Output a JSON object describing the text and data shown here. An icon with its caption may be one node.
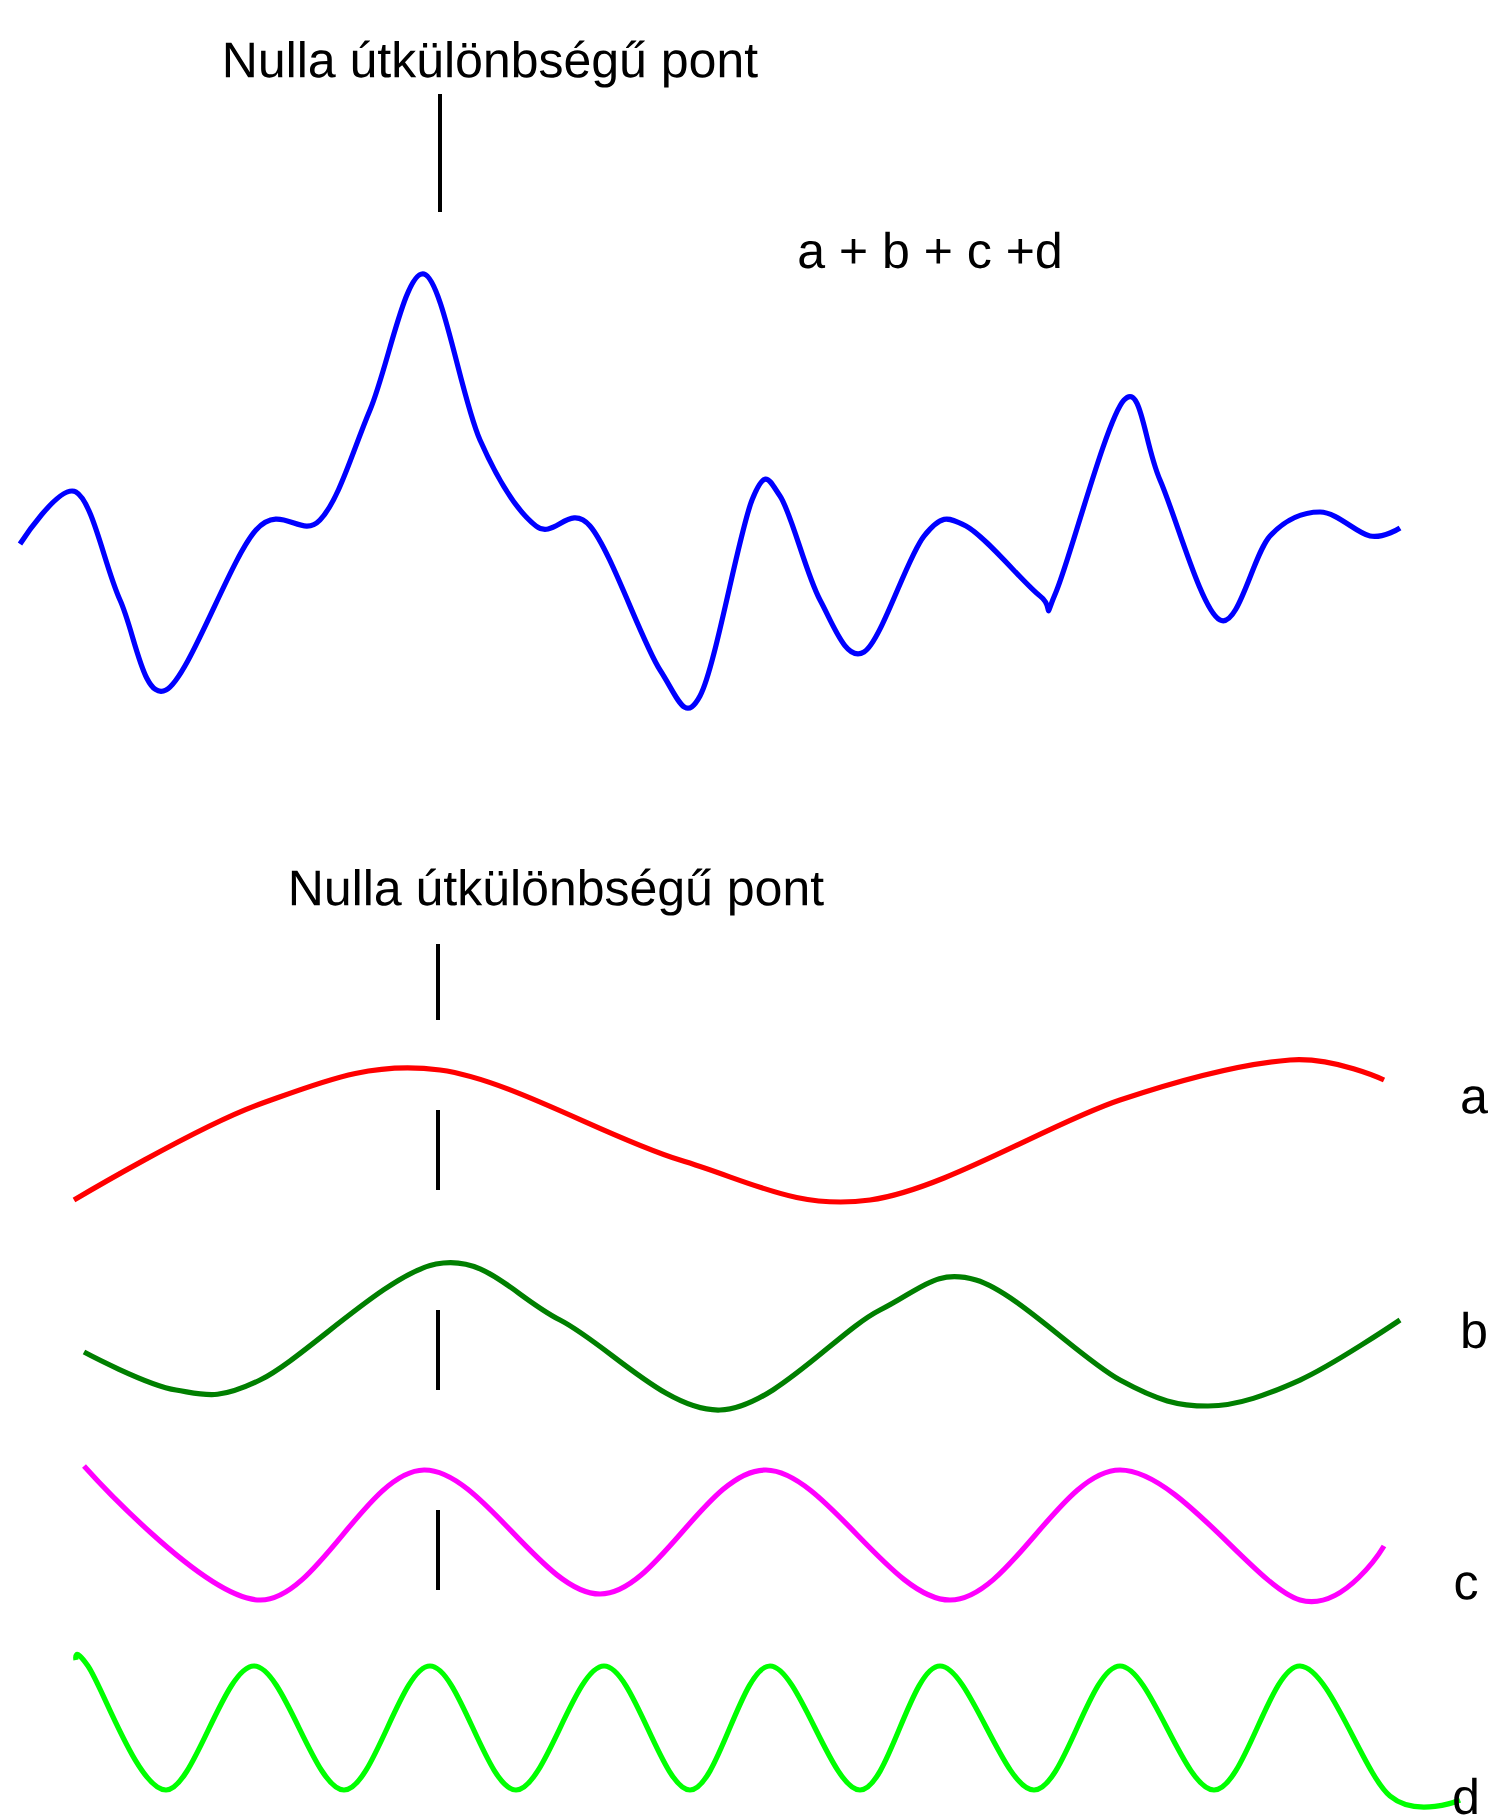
{
  "diagram": {
    "labels": [
      "Nulla útkülönbségű pont",
      "a + b + c +d",
      "Nulla útkülönbségű pont",
      "a",
      "b",
      "c",
      "d"
    ]
  }
}
